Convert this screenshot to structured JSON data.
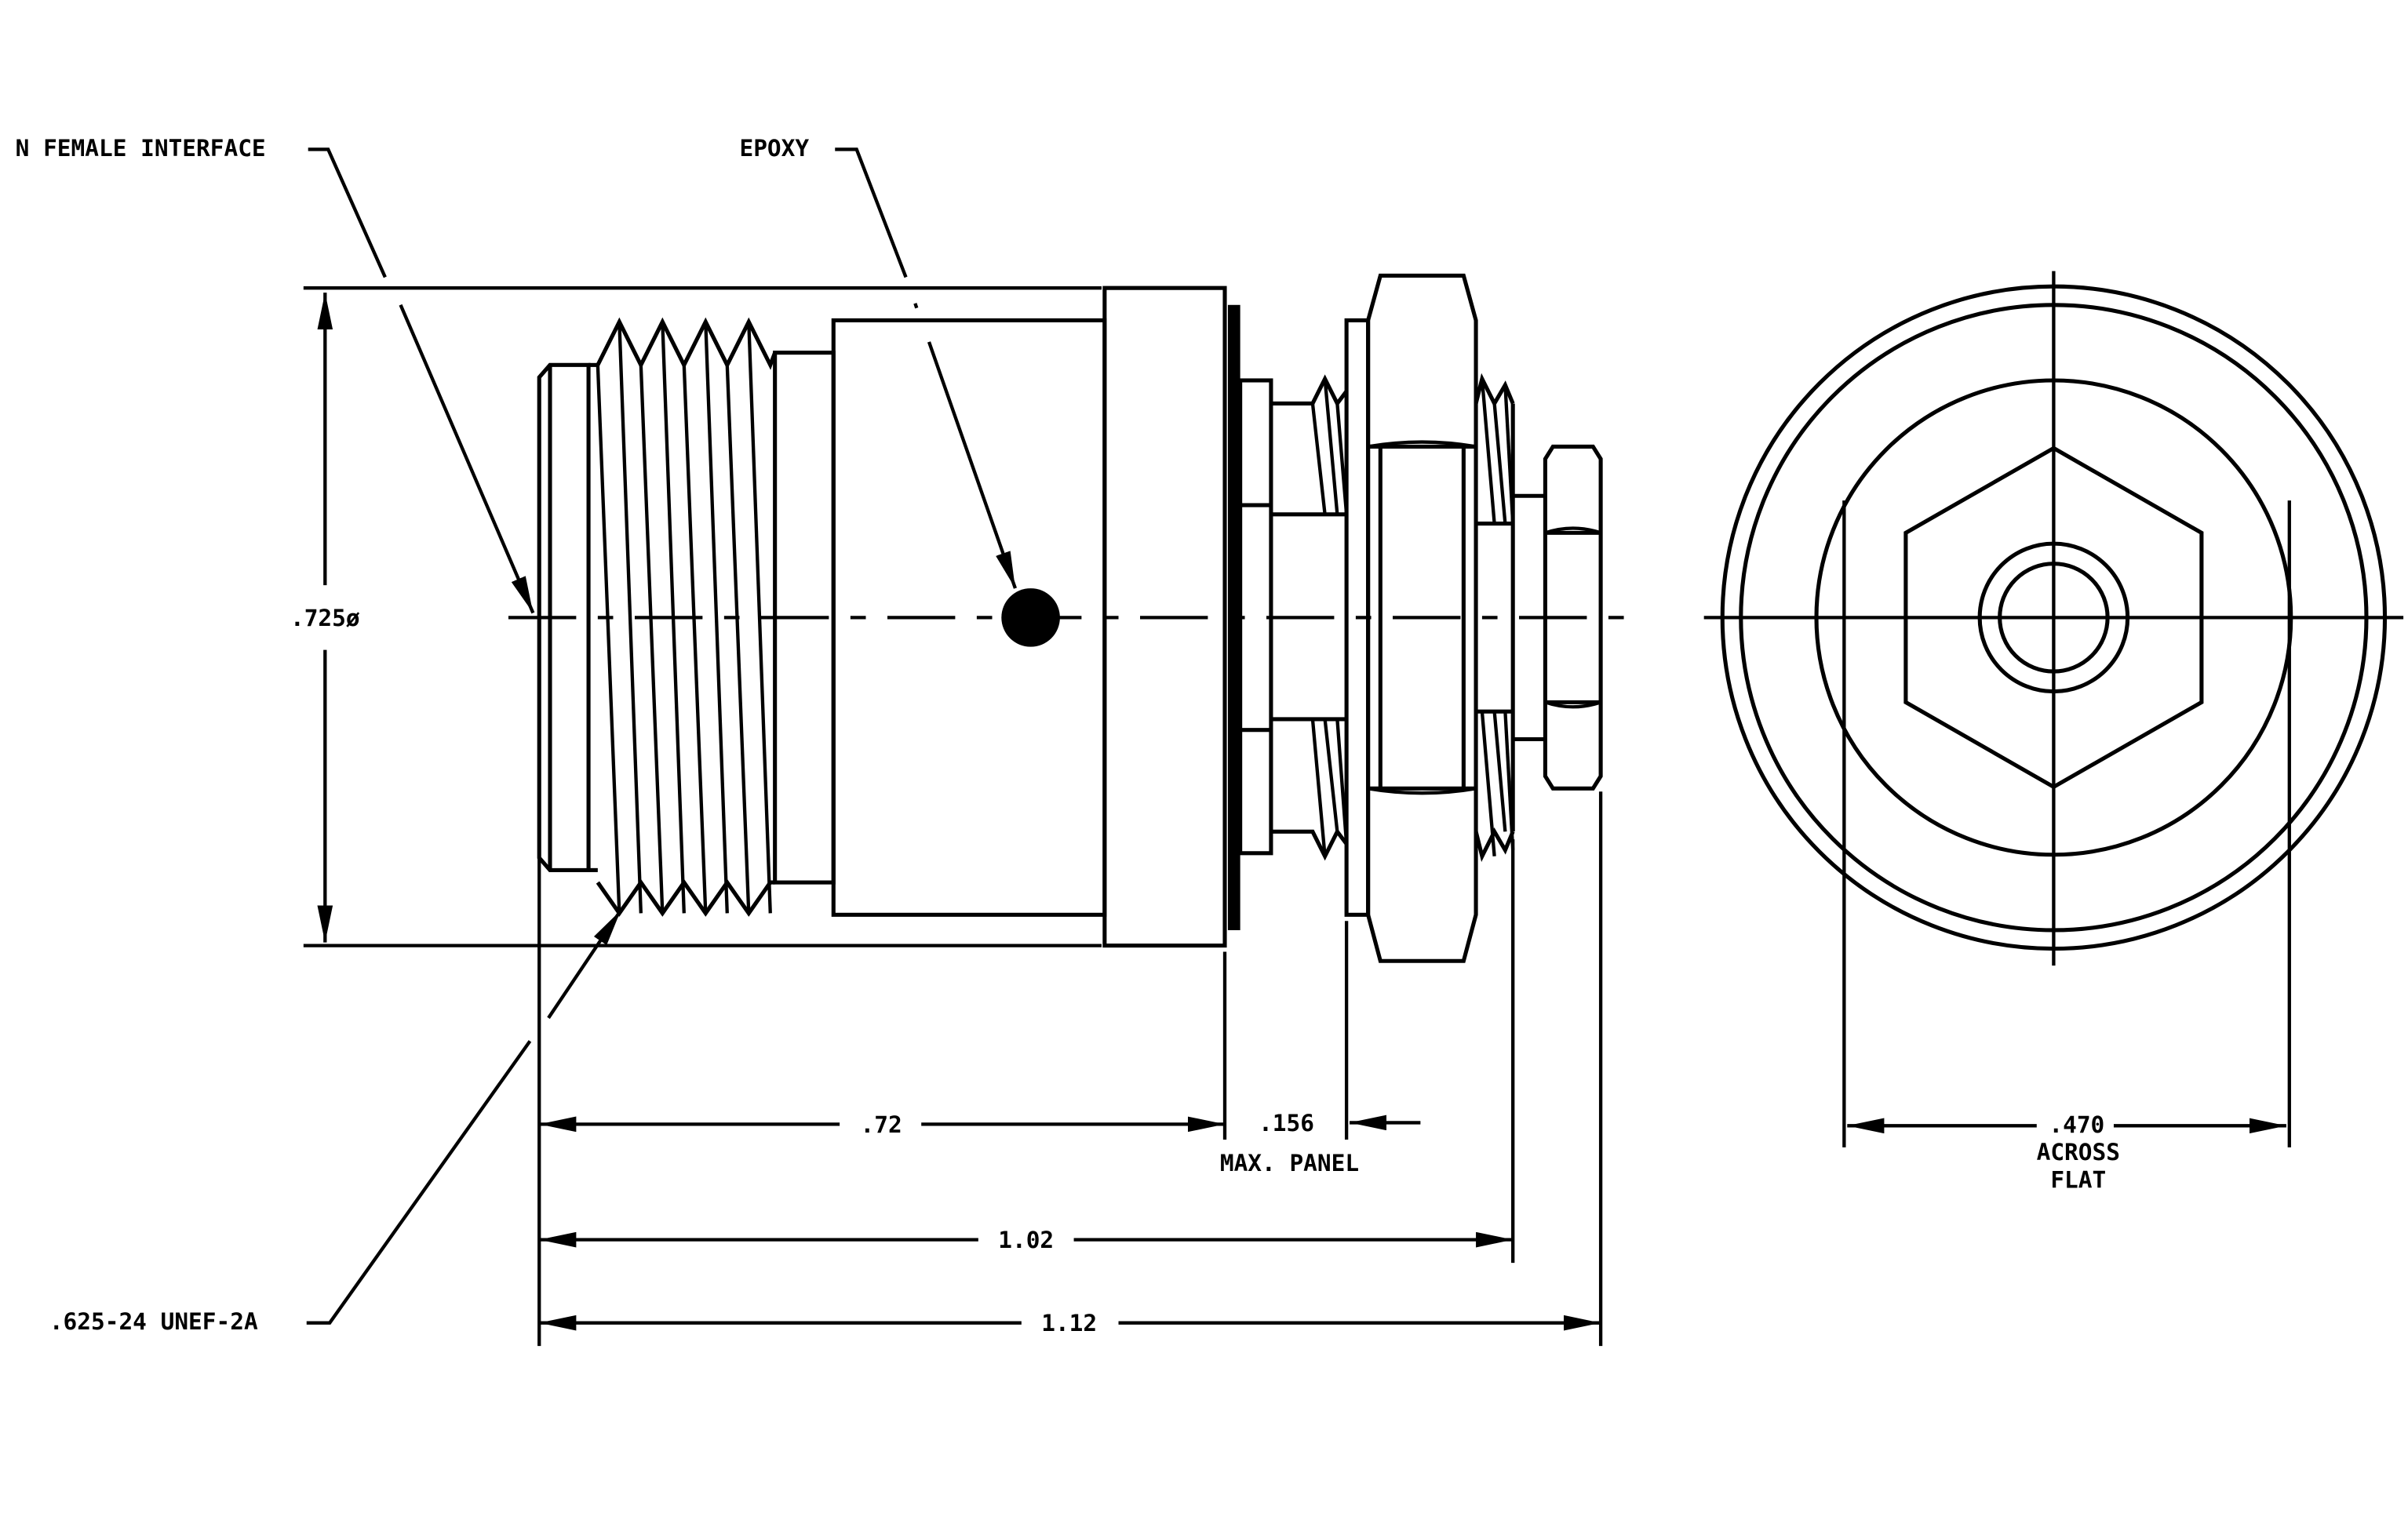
{
  "labels": {
    "interface": "N FEMALE INTERFACE",
    "epoxy": "EPOXY",
    "thread": ".625-24 UNEF-2A"
  },
  "dimensions": {
    "diameter": ".725ø",
    "length_body": ".72",
    "panel_value": ".156",
    "panel_note": "MAX. PANEL",
    "length_mid": "1.02",
    "length_overall": "1.12",
    "across_value": ".470",
    "across_line1": "ACROSS",
    "across_line2": "FLAT"
  },
  "colors": {
    "ink": "#000000",
    "paper": "#ffffff"
  }
}
